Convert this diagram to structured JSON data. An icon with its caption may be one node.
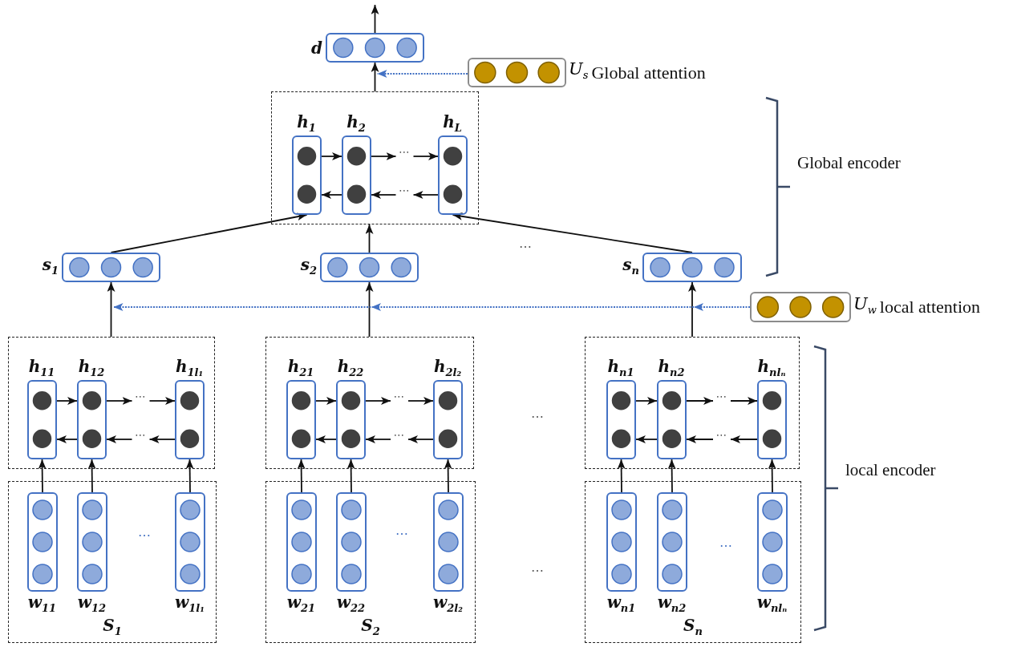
{
  "diagram": {
    "nodes": [
      {
        "text": [
          "d"
        ]
      },
      {
        "text": [
          "U$_{s}$",
          "Global attention"
        ]
      },
      {
        "text": [],
        "shape": "box"
      },
      {
        "text": [
          "h$_{1}$"
        ],
        "in": 2
      },
      {
        "text": [
          "h$_{2}$"
        ],
        "in": 2
      },
      {
        "text": [
          "h$_{L}$"
        ],
        "in": 2
      },
      {
        "text": [
          "⋯"
        ],
        "in": 2
      },
      {
        "text": [
          "⋯"
        ],
        "in": 2
      },
      {
        "text": [
          "s$_{1}$"
        ]
      },
      {
        "text": [
          "s$_{2}$"
        ]
      },
      {
        "text": [
          "s$_{n}$"
        ]
      },
      {
        "text": [
          "U$_{w}$",
          "local attention"
        ]
      },
      {
        "text": [],
        "shape": "box"
      },
      {
        "text": [
          "h$_{11}$"
        ],
        "in": 12
      },
      {
        "text": [
          "h$_{12}$"
        ],
        "in": 12
      },
      {
        "text": [
          "h$_{1l₁}$"
        ],
        "in": 12
      },
      {
        "text": [
          "⋯"
        ],
        "in": 12
      },
      {
        "text": [
          "⋯"
        ],
        "in": 12
      },
      {
        "text": [],
        "shape": "box"
      },
      {
        "text": [
          "h$_{21}$"
        ],
        "in": 18
      },
      {
        "text": [
          "h$_{22}$"
        ],
        "in": 18
      },
      {
        "text": [
          "h$_{2l₂}$"
        ],
        "in": 18
      },
      {
        "text": [
          "⋯"
        ],
        "in": 18
      },
      {
        "text": [
          "⋯"
        ],
        "in": 18
      },
      {
        "text": [],
        "shape": "box"
      },
      {
        "text": [
          "h$_{n1}$"
        ],
        "in": 24
      },
      {
        "text": [
          "h$_{n2}$"
        ],
        "in": 24
      },
      {
        "text": [
          "h$_{nlₙ}$"
        ],
        "in": 24
      },
      {
        "text": [
          "⋯"
        ],
        "in": 24
      },
      {
        "text": [
          "⋯"
        ],
        "in": 24
      },
      {
        "text": [
          "S$_{1}$"
        ]
      },
      {
        "text": [
          "w$_{11}$"
        ],
        "in": 30
      },
      {
        "text": [
          "w$_{12}$"
        ],
        "in": 30
      },
      {
        "text": [
          "w$_{1l₁}$"
        ],
        "in": 30
      },
      {
        "text": [
          "S$_{2}$"
        ]
      },
      {
        "text": [
          "w$_{21}$"
        ],
        "in": 34
      },
      {
        "text": [
          "w$_{22}$"
        ],
        "in": 34
      },
      {
        "text": [
          "w$_{2l₂}$"
        ],
        "in": 34
      },
      {
        "text": [
          "S$_{n}$"
        ]
      },
      {
        "text": [
          "w$_{n1}$"
        ],
        "in": 38
      },
      {
        "text": [
          "w$_{n2}$"
        ],
        "in": 38
      },
      {
        "text": [
          "w$_{nlₙ}$"
        ],
        "in": 38
      }
    ],
    "edges": [
      {
        "from": 0,
        "to": null,
        "arrow": "to"
      },
      {
        "from": 1,
        "to": 0,
        "arrow": "to",
        "style": "dashed",
        "color": "#4472c4"
      },
      {
        "from": 2,
        "to": 0,
        "arrow": "to"
      },
      {
        "from": 8,
        "to": 3,
        "arrow": "to"
      },
      {
        "from": 9,
        "to": 2,
        "arrow": "to"
      },
      {
        "from": 10,
        "to": 5,
        "arrow": "to"
      },
      {
        "from": 12,
        "to": 8,
        "arrow": "to"
      },
      {
        "from": 18,
        "to": 9,
        "arrow": "to"
      },
      {
        "from": 24,
        "to": 10,
        "arrow": "to"
      },
      {
        "from": 11,
        "to": 8,
        "arrow": "to",
        "style": "dashed",
        "color": "#4472c4"
      },
      {
        "from": 3,
        "to": 4,
        "arrow": "to"
      },
      {
        "from": 4,
        "to": 6,
        "arrow": "to"
      },
      {
        "from": 6,
        "to": 5,
        "arrow": "to"
      },
      {
        "from": 4,
        "to": 3,
        "arrow": "to"
      },
      {
        "from": 7,
        "to": 4,
        "arrow": "to"
      },
      {
        "from": 5,
        "to": 7,
        "arrow": "to"
      },
      {
        "from": 13,
        "to": 14,
        "arrow": "to"
      },
      {
        "from": 14,
        "to": 16,
        "arrow": "to"
      },
      {
        "from": 16,
        "to": 15,
        "arrow": "to"
      },
      {
        "from": 14,
        "to": 13,
        "arrow": "to"
      },
      {
        "from": 17,
        "to": 14,
        "arrow": "to"
      },
      {
        "from": 15,
        "to": 17,
        "arrow": "to"
      },
      {
        "from": 19,
        "to": 20,
        "arrow": "to"
      },
      {
        "from": 20,
        "to": 22,
        "arrow": "to"
      },
      {
        "from": 22,
        "to": 21,
        "arrow": "to"
      },
      {
        "from": 20,
        "to": 19,
        "arrow": "to"
      },
      {
        "from": 23,
        "to": 20,
        "arrow": "to"
      },
      {
        "from": 21,
        "to": 23,
        "arrow": "to"
      },
      {
        "from": 25,
        "to": 26,
        "arrow": "to"
      },
      {
        "from": 26,
        "to": 28,
        "arrow": "to"
      },
      {
        "from": 28,
        "to": 27,
        "arrow": "to"
      },
      {
        "from": 26,
        "to": 25,
        "arrow": "to"
      },
      {
        "from": 29,
        "to": 26,
        "arrow": "to"
      },
      {
        "from": 27,
        "to": 29,
        "arrow": "to"
      },
      {
        "from": 31,
        "to": 13,
        "arrow": "to"
      },
      {
        "from": 32,
        "to": 14,
        "arrow": "to"
      },
      {
        "from": 33,
        "to": 15,
        "arrow": "to"
      },
      {
        "from": 35,
        "to": 19,
        "arrow": "to"
      },
      {
        "from": 36,
        "to": 20,
        "arrow": "to"
      },
      {
        "from": 37,
        "to": 21,
        "arrow": "to"
      },
      {
        "from": 39,
        "to": 25,
        "arrow": "to"
      },
      {
        "from": 40,
        "to": 26,
        "arrow": "to"
      },
      {
        "from": 41,
        "to": 27,
        "arrow": "to"
      }
    ],
    "labels": [
      "Global encoder",
      "⋯",
      "⋯",
      "local encoder",
      "⋯",
      "⋯",
      "⋯",
      "⋯"
    ]
  }
}
